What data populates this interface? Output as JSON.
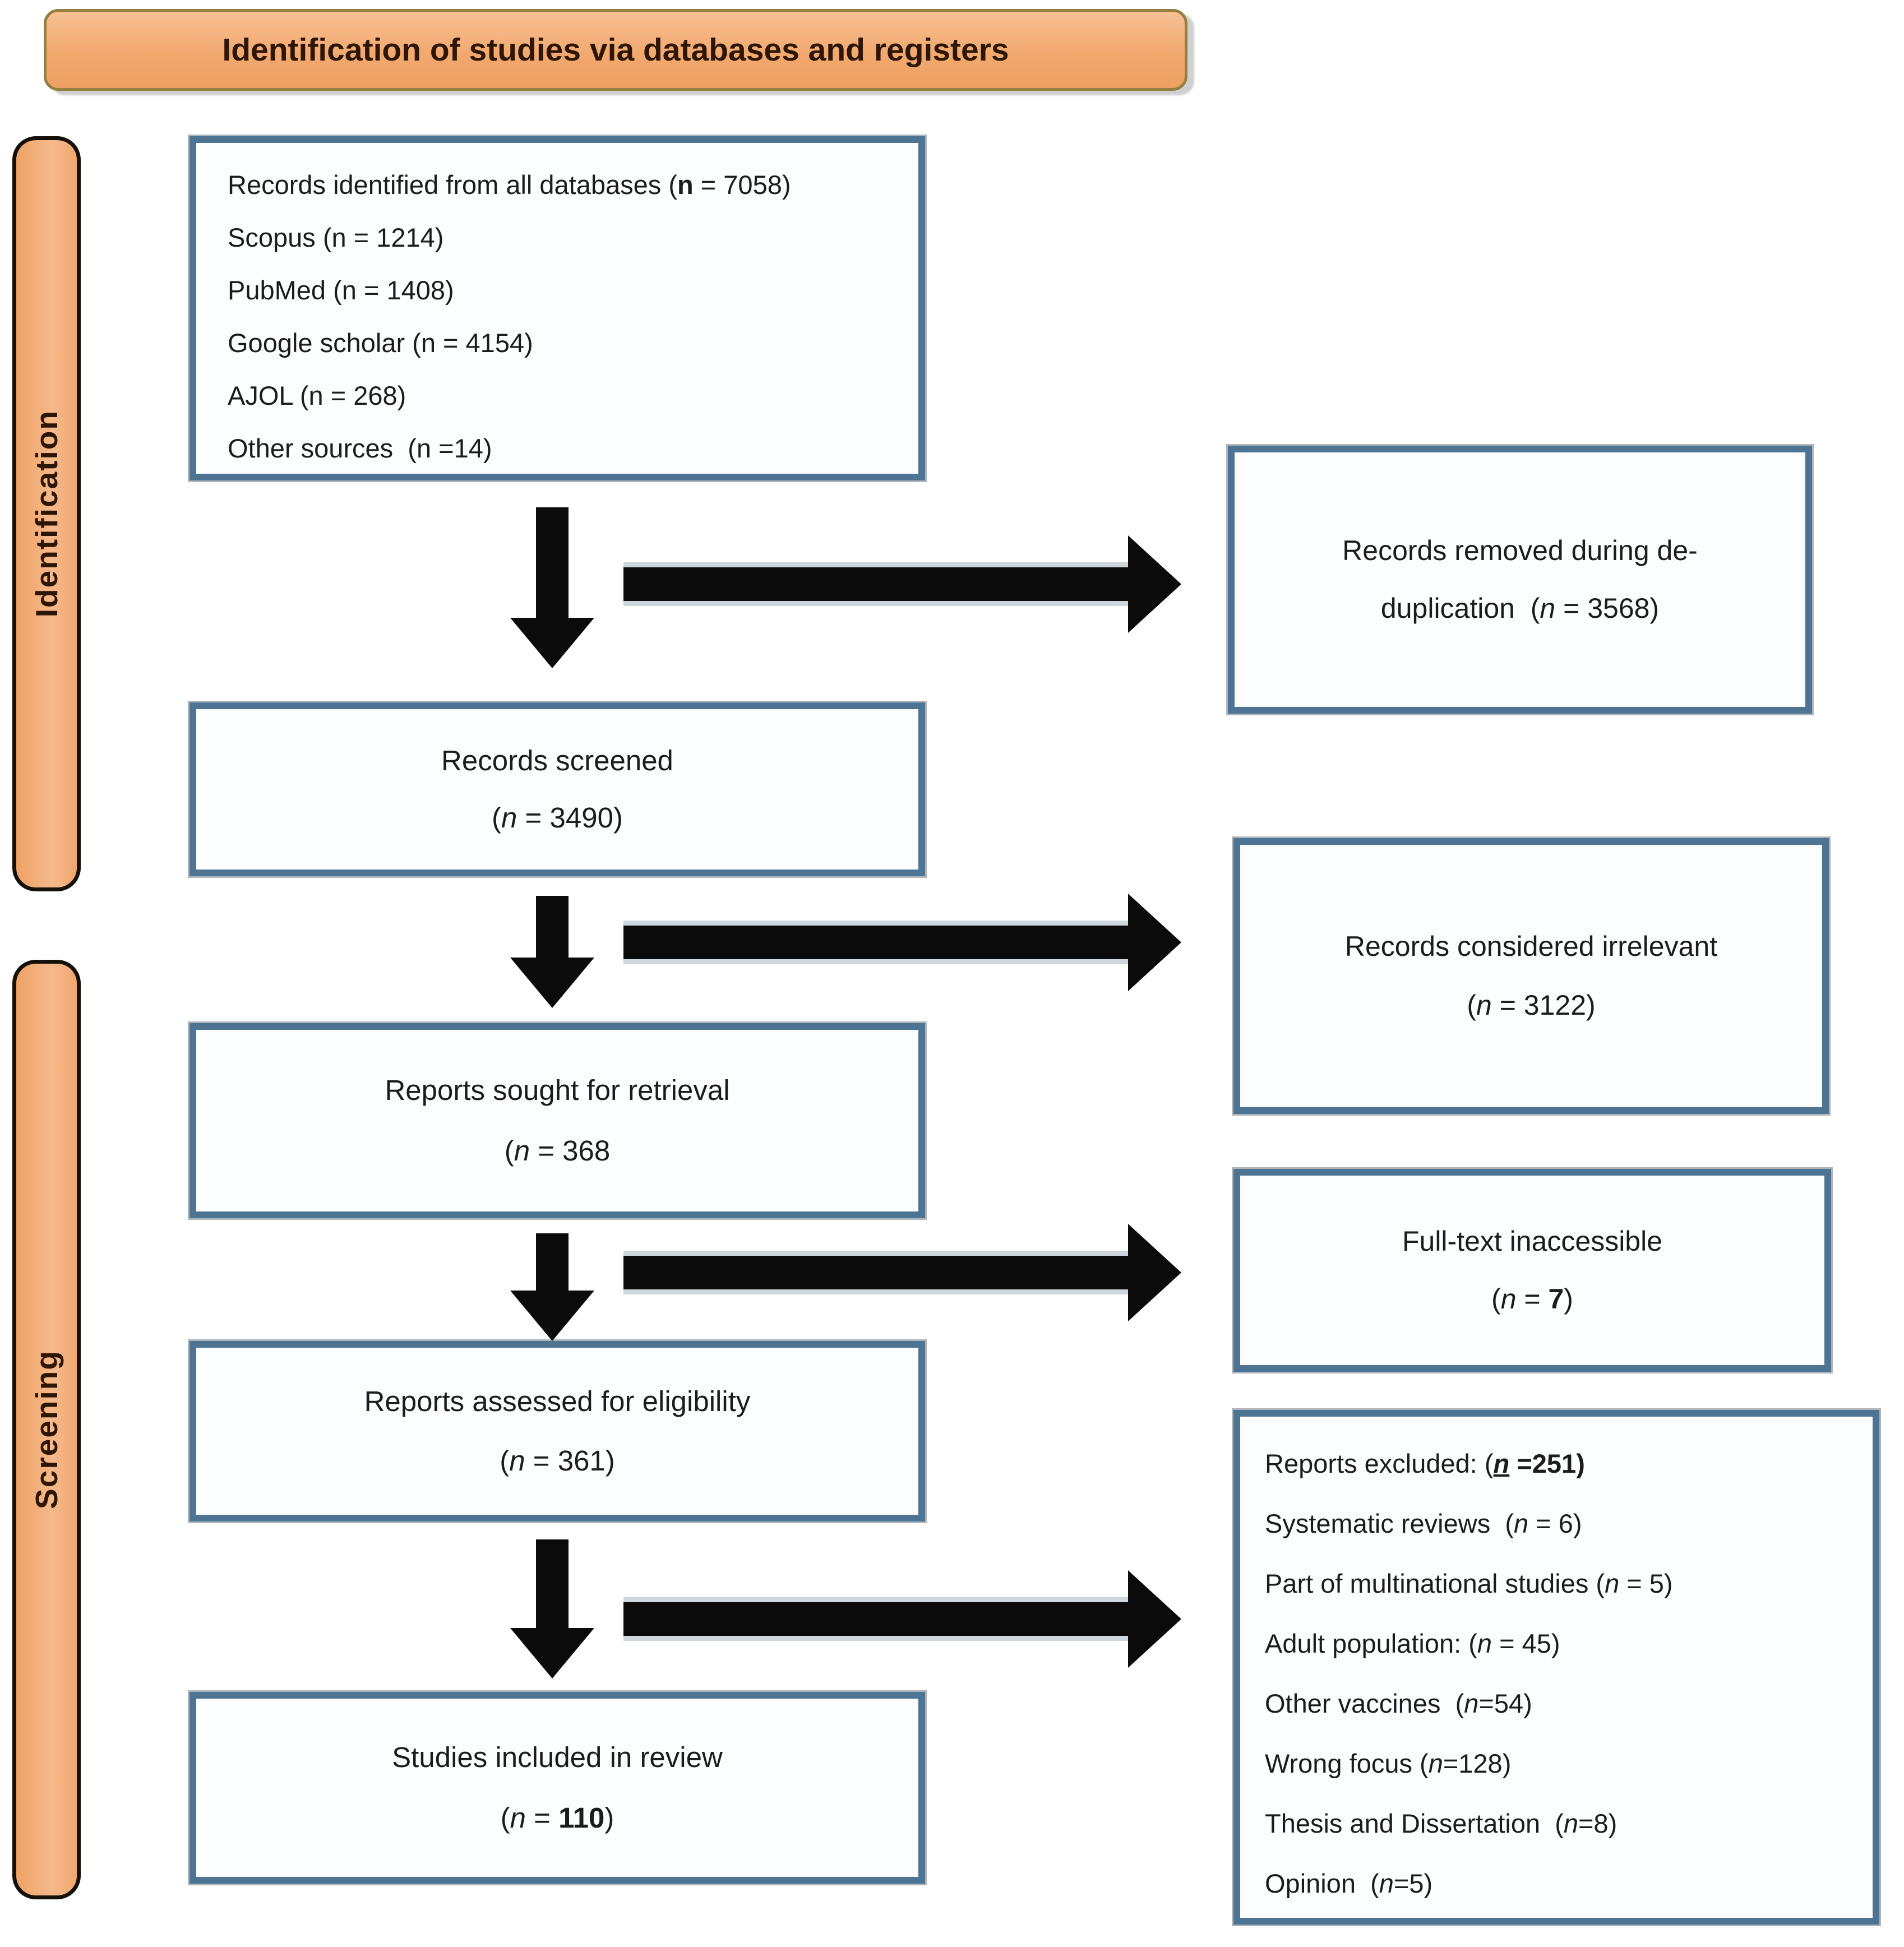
{
  "header": {
    "title": "Identification of studies via databases and registers"
  },
  "rails": {
    "identification": "Identification",
    "screening": "Screening"
  },
  "colors": {
    "accent_orange": "#F2A96F",
    "box_border_blue": "#4E7494",
    "arrow_black": "#0B0B0B",
    "heading_text": "#2E1607"
  },
  "boxes": {
    "records_identified": {
      "lines": [
        [
          {
            "t": "Records identified from all databases ("
          },
          {
            "t": "n",
            "b": true
          },
          {
            "t": " = 7058)"
          }
        ],
        [
          {
            "t": "Scopus (n = 1214)"
          }
        ],
        [
          {
            "t": "PubMed (n = 1408)"
          }
        ],
        [
          {
            "t": "Google scholar (n = 4154)"
          }
        ],
        [
          {
            "t": "AJOL (n = 268)"
          }
        ],
        [
          {
            "t": "Other sources  (n =14)"
          }
        ]
      ]
    },
    "records_screened": {
      "title": "Records screened",
      "count": [
        {
          "t": "("
        },
        {
          "t": "n",
          "i": true
        },
        {
          "t": " = 3490)"
        }
      ]
    },
    "reports_sought": {
      "title": "Reports sought for retrieval",
      "count": [
        {
          "t": "("
        },
        {
          "t": "n",
          "i": true
        },
        {
          "t": " = 368"
        }
      ]
    },
    "reports_assessed": {
      "title": "Reports assessed for eligibility",
      "count": [
        {
          "t": "("
        },
        {
          "t": "n",
          "i": true
        },
        {
          "t": " = 361)"
        }
      ]
    },
    "studies_included": {
      "title": "Studies included in review",
      "count": [
        {
          "t": "("
        },
        {
          "t": "n",
          "i": true
        },
        {
          "t": " = "
        },
        {
          "t": "110",
          "b": true
        },
        {
          "t": ")"
        }
      ]
    }
  },
  "side_boxes": {
    "records_removed": {
      "line1": "Records removed during de-",
      "line2": [
        {
          "t": "duplication  ("
        },
        {
          "t": "n",
          "i": true
        },
        {
          "t": " = 3568)"
        }
      ]
    },
    "records_irrelevant": {
      "title": "Records considered irrelevant",
      "count": [
        {
          "t": "("
        },
        {
          "t": "n",
          "i": true
        },
        {
          "t": " = 3122)"
        }
      ]
    },
    "fulltext_inaccessible": {
      "title": "Full-text inaccessible",
      "count": [
        {
          "t": "("
        },
        {
          "t": "n",
          "i": true
        },
        {
          "t": " = "
        },
        {
          "t": "7",
          "b": true
        },
        {
          "t": ")"
        }
      ]
    },
    "reports_excluded": {
      "lines": [
        [
          {
            "t": "Reports excluded: ("
          },
          {
            "t": "n",
            "b": true,
            "i": true,
            "u": true
          },
          {
            "t": " =251)",
            "b": true
          }
        ],
        [
          {
            "t": "Systematic reviews  ("
          },
          {
            "t": "n",
            "i": true
          },
          {
            "t": " = 6)"
          }
        ],
        [
          {
            "t": "Part of multinational studies ("
          },
          {
            "t": "n",
            "i": true
          },
          {
            "t": " = 5)"
          }
        ],
        [
          {
            "t": "Adult population: ("
          },
          {
            "t": "n",
            "i": true
          },
          {
            "t": " = 45)"
          }
        ],
        [
          {
            "t": "Other vaccines  ("
          },
          {
            "t": "n",
            "i": true
          },
          {
            "t": "=54)"
          }
        ],
        [
          {
            "t": "Wrong focus ("
          },
          {
            "t": "n",
            "i": true
          },
          {
            "t": "=128)"
          }
        ],
        [
          {
            "t": "Thesis and Dissertation  ("
          },
          {
            "t": "n",
            "i": true
          },
          {
            "t": "=8)"
          }
        ],
        [
          {
            "t": "Opinion  ("
          },
          {
            "t": "n",
            "i": true
          },
          {
            "t": "=5)"
          }
        ]
      ]
    }
  }
}
